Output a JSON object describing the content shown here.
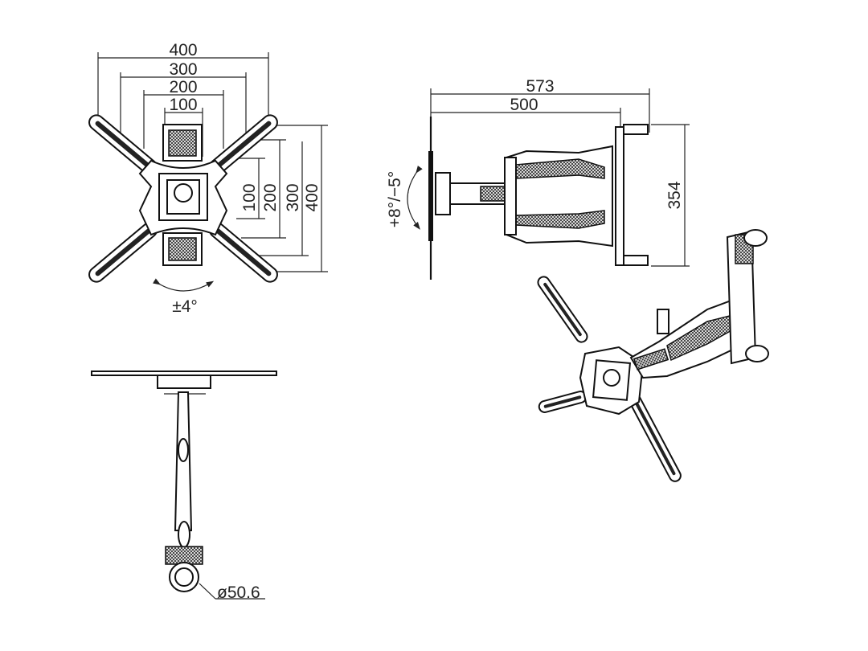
{
  "front_view": {
    "width_dims": [
      "400",
      "300",
      "200",
      "100"
    ],
    "height_dims": [
      "100",
      "200",
      "300",
      "400"
    ],
    "rotation": "±4°"
  },
  "side_view": {
    "extension_max": "573",
    "extension_min": "500",
    "height": "354",
    "tilt": "+8°/−5°"
  },
  "top_view": {
    "pole_diameter": "ø50.6"
  },
  "colors": {
    "line": "#222222",
    "background": "#ffffff"
  }
}
